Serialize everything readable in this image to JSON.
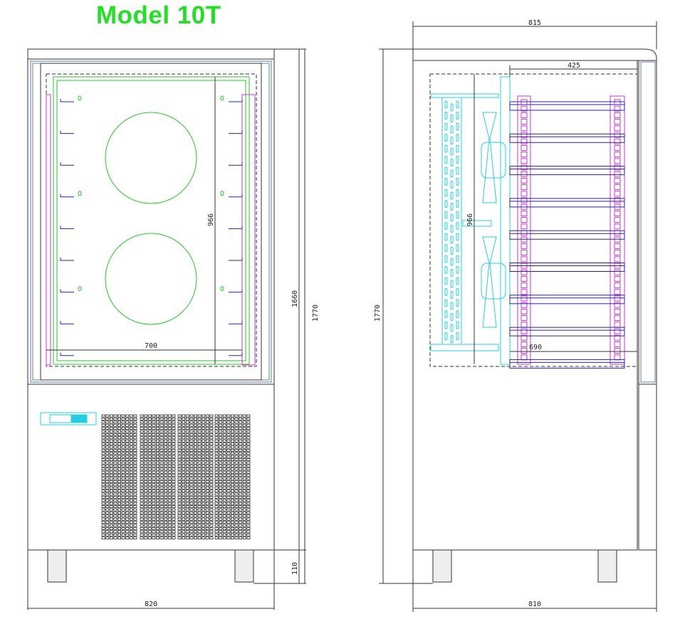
{
  "title": "Model 10T",
  "front_view": {
    "dims": {
      "inner_height": "966",
      "inner_width": "700",
      "body_height": "1660",
      "total_height": "1770",
      "leg_height": "110",
      "width": "820"
    }
  },
  "side_view": {
    "dims": {
      "top_depth": "815",
      "shelf_depth": "425",
      "inner_height": "966",
      "shelf_width": "690",
      "total_height": "1770",
      "bottom_depth": "810"
    }
  },
  "colors": {
    "title": "#22e022",
    "frame": "#333333",
    "glass": "#5a7fa8",
    "green": "#22cc22",
    "magenta": "#cc33cc",
    "blue": "#2222bb",
    "cyan": "#22d0e0"
  }
}
